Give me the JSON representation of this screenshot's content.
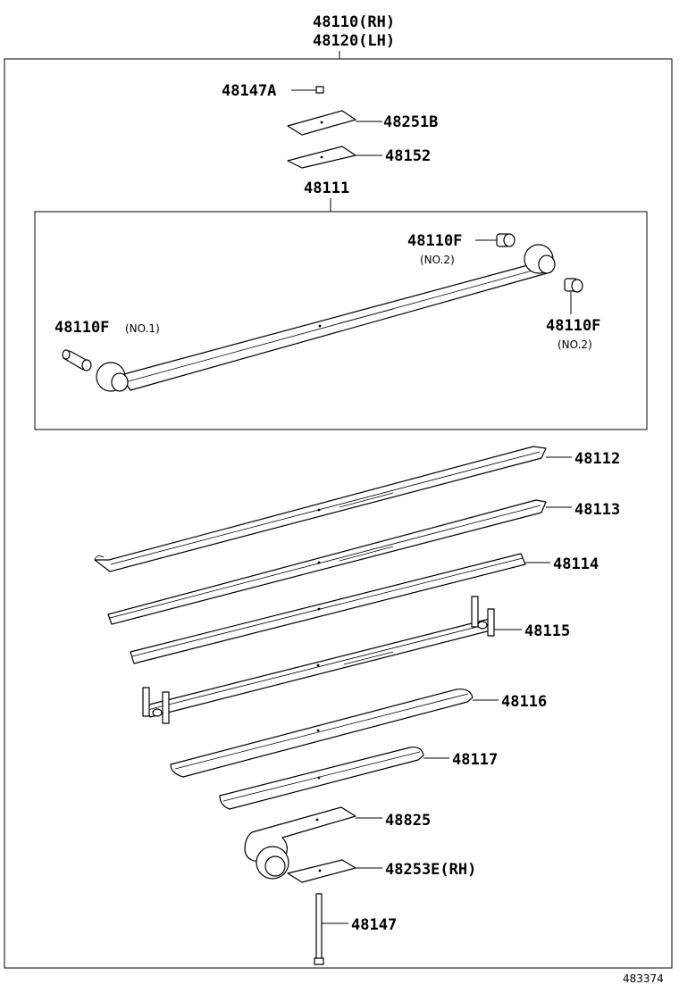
{
  "assembly": {
    "rh": "48110(RH)",
    "lh": "48120(LH)"
  },
  "labels": {
    "p48147A": "48147A",
    "p48251B": "48251B",
    "p48152": "48152",
    "p48111": "48111",
    "p48110F_top": "48110F",
    "p48110F_top_sub": "(NO.2)",
    "p48110F_right": "48110F",
    "p48110F_right_sub": "(NO.2)",
    "p48110F_left": "48110F",
    "p48110F_left_sub": "(NO.1)",
    "p48112": "48112",
    "p48113": "48113",
    "p48114": "48114",
    "p48115": "48115",
    "p48116": "48116",
    "p48117": "48117",
    "p48825": "48825",
    "p48253E": "48253E(RH)",
    "p48147": "48147"
  },
  "diagram_code": "483374"
}
